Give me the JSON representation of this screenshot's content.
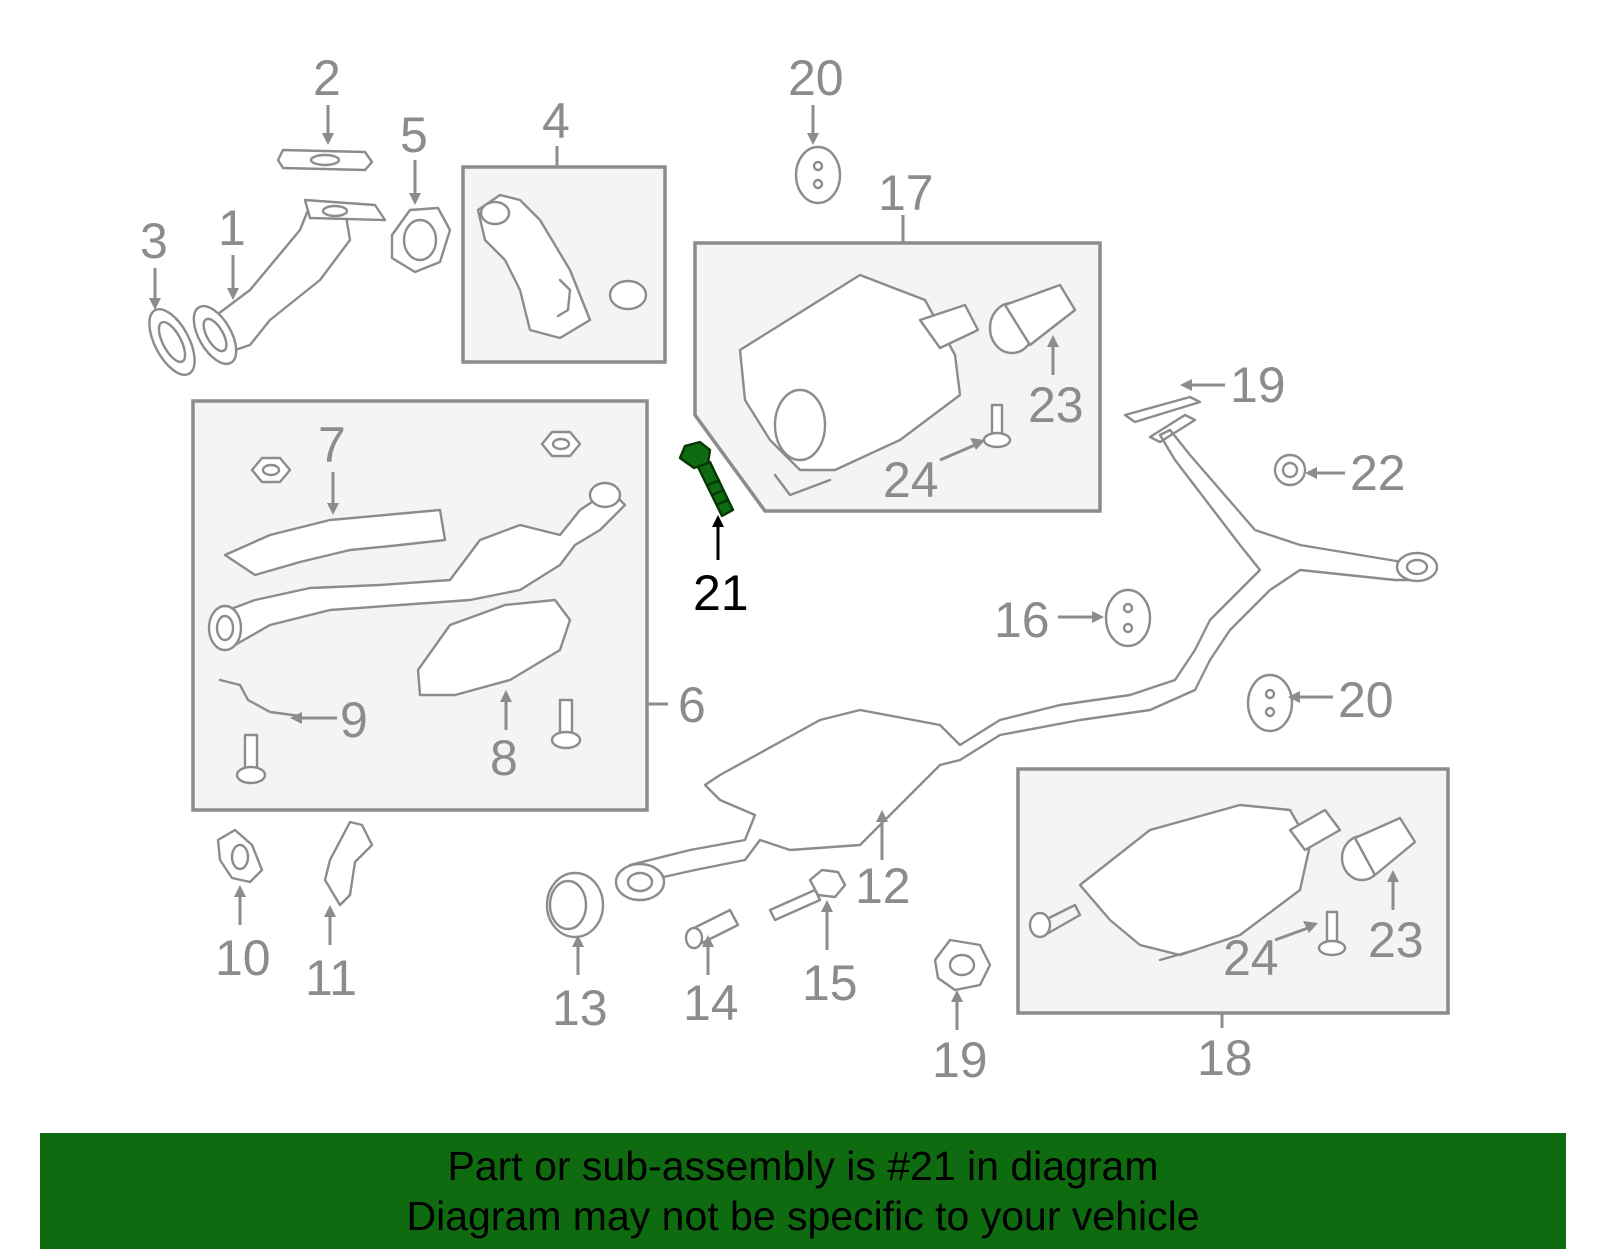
{
  "callouts": {
    "c1": "1",
    "c2": "2",
    "c3": "3",
    "c4": "4",
    "c5": "5",
    "c6": "6",
    "c7": "7",
    "c8": "8",
    "c9": "9",
    "c10": "10",
    "c11": "11",
    "c12": "12",
    "c13": "13",
    "c14": "14",
    "c15": "15",
    "c16": "16",
    "c17": "17",
    "c18": "18",
    "c19a": "19",
    "c19b": "19",
    "c20a": "20",
    "c20b": "20",
    "c21": "21",
    "c22": "22",
    "c23a": "23",
    "c23b": "23",
    "c24a": "24",
    "c24b": "24"
  },
  "highlight": {
    "part": "21",
    "color": "#0f6b0f"
  },
  "banner": {
    "line1": "Part or sub-assembly is #21 in diagram",
    "line2": "Diagram may not be specific to your vehicle"
  }
}
